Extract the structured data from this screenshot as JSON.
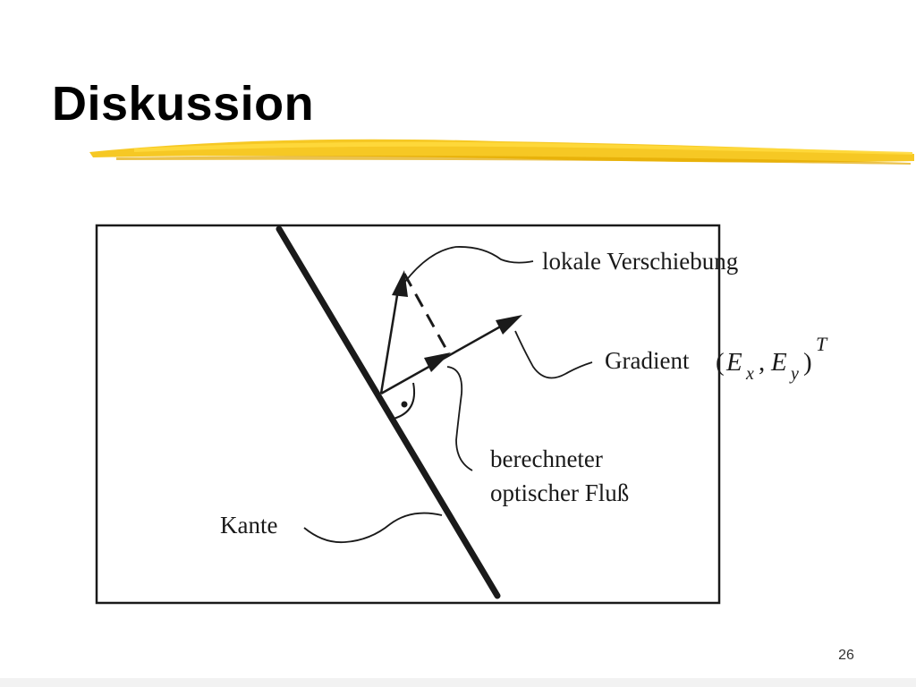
{
  "slide": {
    "title": "Diskussion",
    "page_number": "26"
  },
  "diagram": {
    "labels": {
      "local_shift": "lokale Verschiebung",
      "gradient_word": "Gradient",
      "gradient_open": "(",
      "gradient_ex_E": "E",
      "gradient_ex_sub": "x",
      "gradient_comma": ",",
      "gradient_ey_E": "E",
      "gradient_ey_sub": "y",
      "gradient_close": ")",
      "gradient_sup": "T",
      "computed_flow_line1": "berechneter",
      "computed_flow_line2": "optischer Fluß",
      "edge": "Kante"
    }
  },
  "colors": {
    "accent_stroke": "#f5c518",
    "diagram_ink": "#1a1a1a"
  }
}
